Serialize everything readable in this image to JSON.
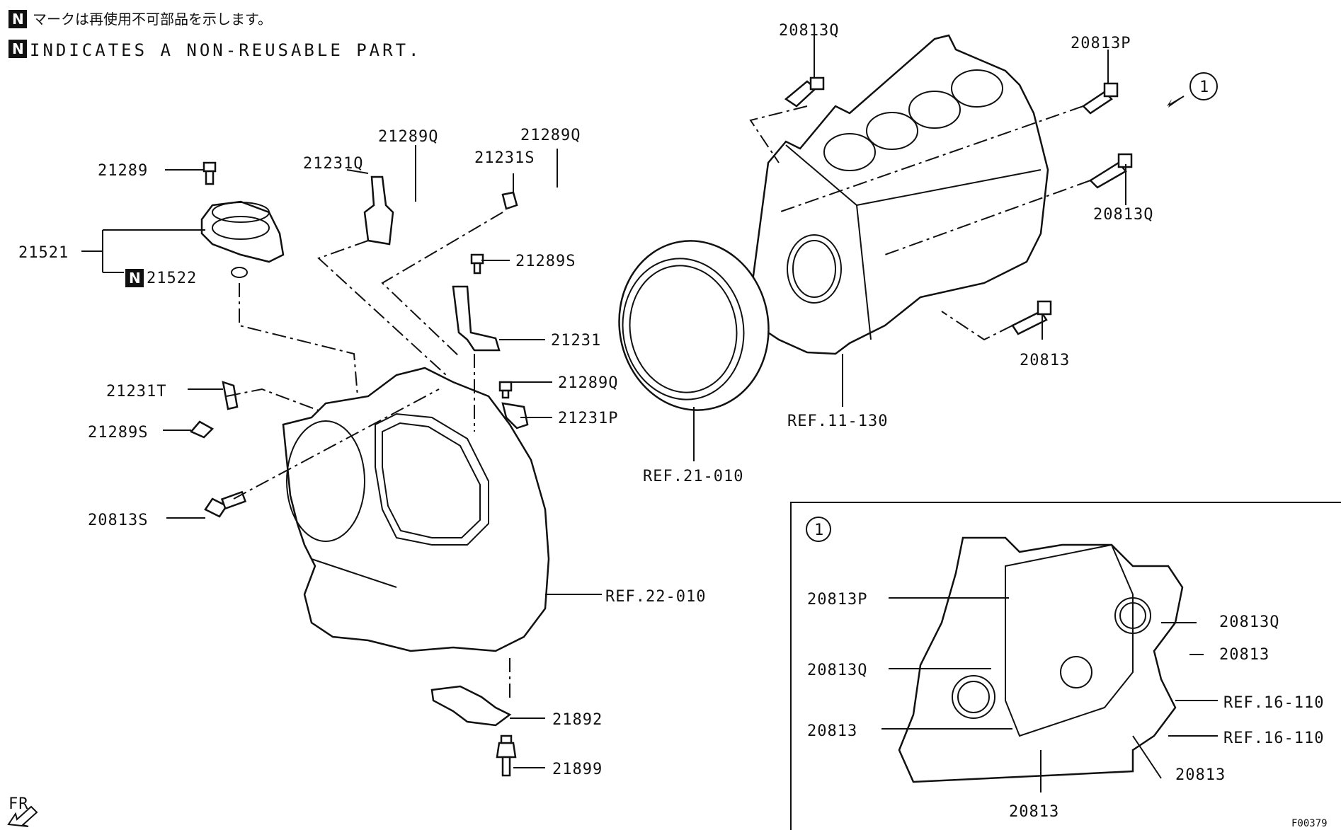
{
  "header": {
    "n_mark": "N",
    "jp_note": "マークは再使用不可部品を示します。",
    "en_note": "INDICATES A NON-REUSABLE PART."
  },
  "labels": {
    "p20813Q_top": "20813Q",
    "p20813P_top": "20813P",
    "p20813Q_right": "20813Q",
    "p20813_right": "20813",
    "ref_11_130": "REF.11-130",
    "ref_21_010": "REF.21-010",
    "ref_22_010": "REF.22-010",
    "p21289": "21289",
    "p21521": "21521",
    "p21522": "21522",
    "p21231Q": "21231Q",
    "p21289Q_a": "21289Q",
    "p21289Q_b": "21289Q",
    "p21231S": "21231S",
    "p21289S_a": "21289S",
    "p21231": "21231",
    "p21289Q_c": "21289Q",
    "p21231P": "21231P",
    "p21231T": "21231T",
    "p21289S_b": "21289S",
    "p20813S": "20813S",
    "p21892": "21892",
    "p21899": "21899",
    "fr": "FR",
    "callout_1": "1",
    "inset_callout_1": "1",
    "inset_20813P": "20813P",
    "inset_20813Q_a": "20813Q",
    "inset_20813_a": "20813",
    "inset_20813Q_b": "20813Q",
    "inset_20813_b": "20813",
    "inset_ref_16_110_a": "REF.16-110",
    "inset_ref_16_110_b": "REF.16-110",
    "inset_20813_c": "20813",
    "inset_20813_d": "20813",
    "figure_code": "F00379"
  }
}
